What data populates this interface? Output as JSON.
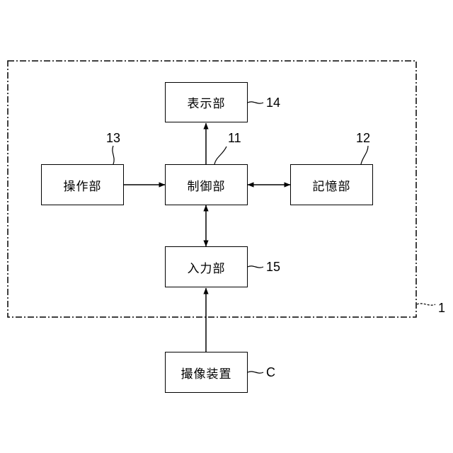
{
  "diagram": {
    "system_ref": "1",
    "blocks": {
      "display": {
        "label": "表示部",
        "ref": "14"
      },
      "control": {
        "label": "制御部",
        "ref": "11"
      },
      "operation": {
        "label": "操作部",
        "ref": "13"
      },
      "storage": {
        "label": "記憶部",
        "ref": "12"
      },
      "input": {
        "label": "入力部",
        "ref": "15"
      },
      "camera": {
        "label": "撮像装置",
        "ref": "C"
      }
    },
    "connections": [
      {
        "from": "operation",
        "to": "control",
        "direction": "one-way"
      },
      {
        "from": "control",
        "to": "display",
        "direction": "one-way"
      },
      {
        "from": "control",
        "to": "storage",
        "direction": "two-way"
      },
      {
        "from": "control",
        "to": "input",
        "direction": "two-way"
      },
      {
        "from": "camera",
        "to": "input",
        "direction": "one-way"
      }
    ]
  }
}
